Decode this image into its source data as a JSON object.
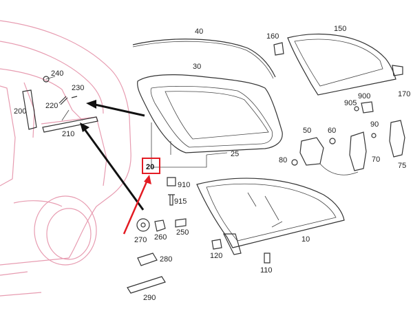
{
  "colors": {
    "car_outline": "#e79bb0",
    "highlight": "#e31b23",
    "ink": "#333333"
  },
  "diagram": {
    "highlighted_label": "20",
    "labels": {
      "p10": "10",
      "p20": "20",
      "p25": "25",
      "p30": "30",
      "p40": "40",
      "p50": "50",
      "p60": "60",
      "p70": "70",
      "p75": "75",
      "p80": "80",
      "p90": "90",
      "p110": "110",
      "p120": "120",
      "p150": "150",
      "p160": "160",
      "p170": "170",
      "p200": "200",
      "p210": "210",
      "p220": "220",
      "p230": "230",
      "p240": "240",
      "p250": "250",
      "p260": "260",
      "p270": "270",
      "p280": "280",
      "p290": "290",
      "p900": "900",
      "p905": "905",
      "p910": "910",
      "p915": "915"
    }
  }
}
